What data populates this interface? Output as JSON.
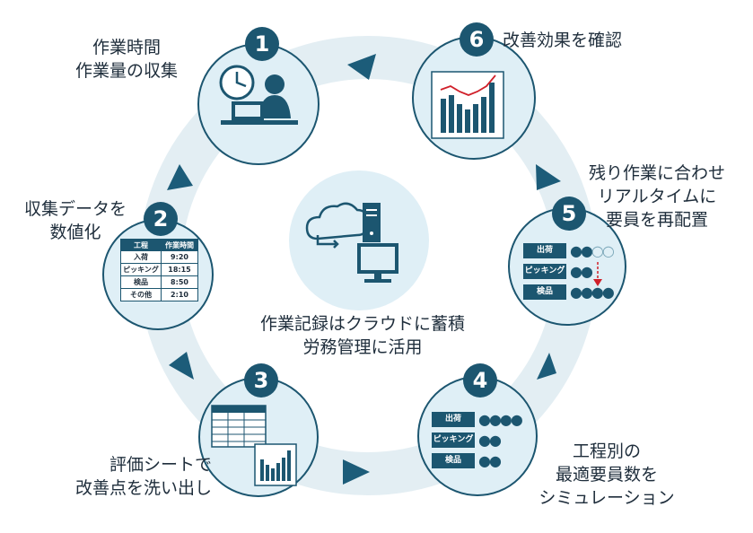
{
  "steps": [
    {
      "num": "1",
      "lines": [
        "作業時間",
        "作業量の収集"
      ]
    },
    {
      "num": "2",
      "lines": [
        "収集データを",
        "数値化"
      ]
    },
    {
      "num": "3",
      "lines": [
        "評価シートで",
        "改善点を洗い出し"
      ]
    },
    {
      "num": "4",
      "lines": [
        "工程別の",
        "最適要員数を",
        "シミュレーション"
      ]
    },
    {
      "num": "5",
      "lines": [
        "残り作業に合わせ",
        "リアルタイムに",
        "要員を再配置"
      ]
    },
    {
      "num": "6",
      "lines": [
        "改善効果を確認"
      ]
    }
  ],
  "center": {
    "lines": [
      "作業記録はクラウドに蓄積",
      "労務管理に活用"
    ]
  },
  "table2": {
    "headers": [
      "工程",
      "作業時間"
    ],
    "rows": [
      [
        "入荷",
        "9:20"
      ],
      [
        "ピッキング",
        "18:15"
      ],
      [
        "検品",
        "8:50"
      ],
      [
        "その他",
        "2:10"
      ]
    ]
  },
  "processes": [
    "出荷",
    "ピッキング",
    "検品"
  ],
  "colors": {
    "navy": "#1c5670",
    "ring": "#e3eef3",
    "node_fill": "#dfeff6",
    "arrow": "#1c5c79",
    "red": "#d0202a"
  }
}
